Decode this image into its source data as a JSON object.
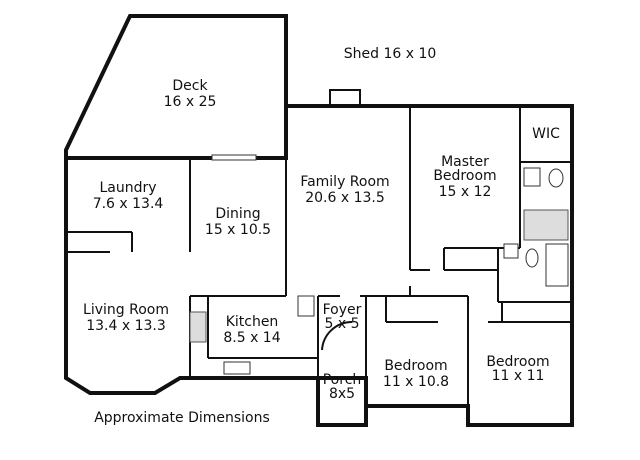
{
  "shed": {
    "name": "Shed",
    "dims": "16 x 10"
  },
  "rooms": {
    "deck": {
      "name": "Deck",
      "dims": "16 x 25"
    },
    "laundry": {
      "name": "Laundry",
      "dims": "7.6 x 13.4"
    },
    "dining": {
      "name": "Dining",
      "dims": "15 x 10.5"
    },
    "family_room": {
      "name": "Family Room",
      "dims": "20.6 x 13.5"
    },
    "master_bedroom": {
      "name_line1": "Master",
      "name_line2": "Bedroom",
      "dims": "15 x 12"
    },
    "wic": {
      "name": "WIC"
    },
    "living_room": {
      "name": "Living Room",
      "dims": "13.4 x 13.3"
    },
    "kitchen": {
      "name": "Kitchen",
      "dims": "8.5 x 14"
    },
    "foyer": {
      "name": "Foyer",
      "dims": "5 x 5"
    },
    "porch": {
      "name": "Porch",
      "dims": "8x5"
    },
    "bedroom_1": {
      "name": "Bedroom",
      "dims": "11 x 10.8"
    },
    "bedroom_2": {
      "name": "Bedroom",
      "dims": "11 x 11"
    }
  },
  "footer": {
    "note": "Approximate Dimensions"
  }
}
